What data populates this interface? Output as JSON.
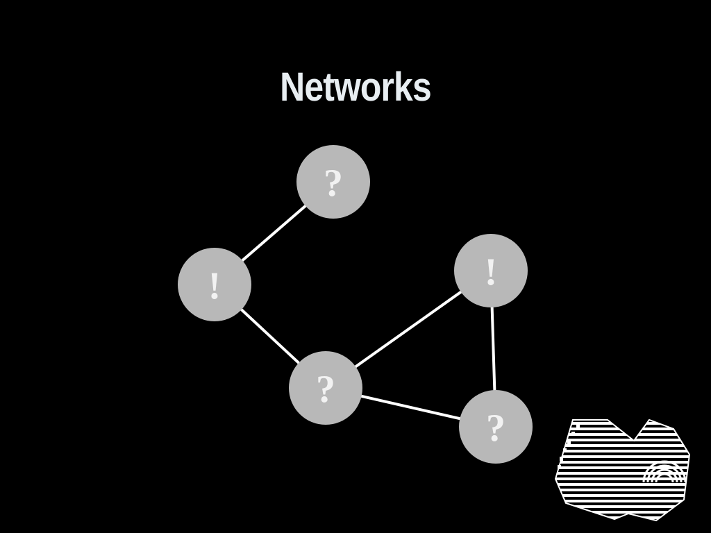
{
  "title": "Networks",
  "colors": {
    "background": "#000000",
    "title": "#e8eef2",
    "node_fill": "#b8b8b8",
    "node_text": "#f2f2f2",
    "edge": "#ffffff"
  },
  "nodes": [
    {
      "id": "top",
      "symbol": "?"
    },
    {
      "id": "left",
      "symbol": "!"
    },
    {
      "id": "right",
      "symbol": "!"
    },
    {
      "id": "center",
      "symbol": "?"
    },
    {
      "id": "bottom-right",
      "symbol": "?"
    }
  ],
  "edges": [
    {
      "from": "top",
      "to": "left"
    },
    {
      "from": "left",
      "to": "center"
    },
    {
      "from": "center",
      "to": "right"
    },
    {
      "from": "center",
      "to": "bottom-right"
    },
    {
      "from": "right",
      "to": "bottom-right"
    }
  ],
  "logo": {
    "icon": "film-strip-logo-icon"
  }
}
